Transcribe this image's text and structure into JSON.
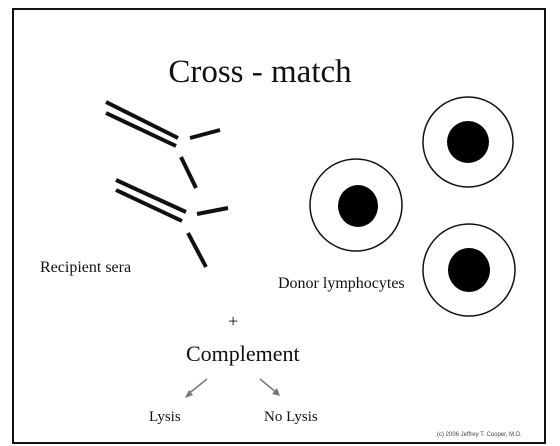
{
  "slide": {
    "title": "Cross - match",
    "recipient_label": "Recipient sera",
    "donor_label": "Donor lymphocytes",
    "plus_sign": "+",
    "complement_label": "Complement",
    "outcomes": [
      "Lysis",
      "No Lysis"
    ],
    "credit": "(c) 2006 Jeffrey T. Cooper, M.D."
  },
  "colors": {
    "ink": "#111111",
    "background": "#ffffff",
    "arrow": "#777777"
  },
  "icons": {
    "antibody": "antibody-icon",
    "lymphocyte": "lymphocyte-cell-icon",
    "arrow": "diagonal-arrow-icon"
  }
}
